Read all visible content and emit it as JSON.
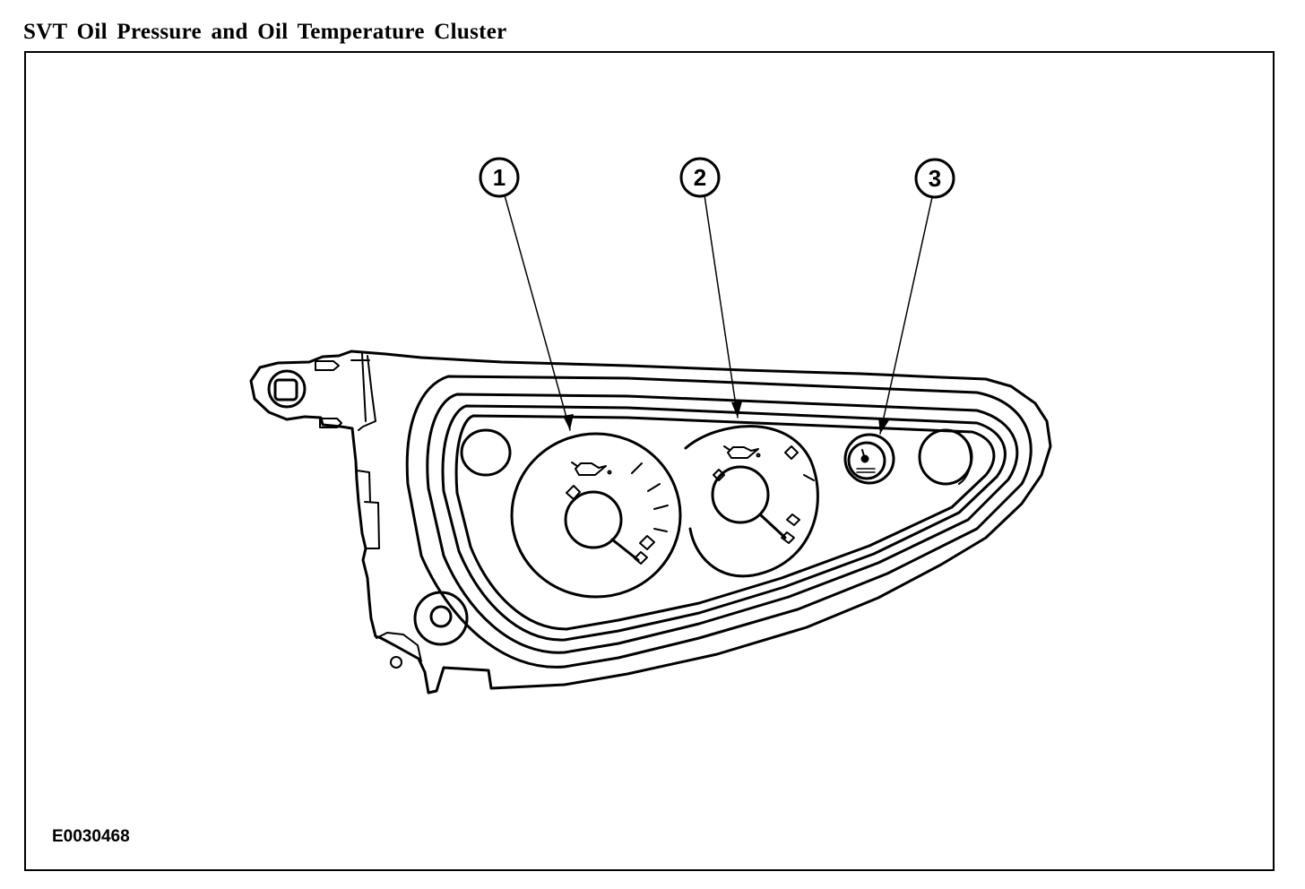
{
  "figure": {
    "title": "SVT Oil Pressure and Oil Temperature Cluster",
    "code": "E0030468"
  },
  "callouts": [
    {
      "number": "1"
    },
    {
      "number": "2"
    },
    {
      "number": "3"
    }
  ],
  "illustration": {
    "icons": [
      "oil-can-icon",
      "oil-can-icon"
    ]
  }
}
